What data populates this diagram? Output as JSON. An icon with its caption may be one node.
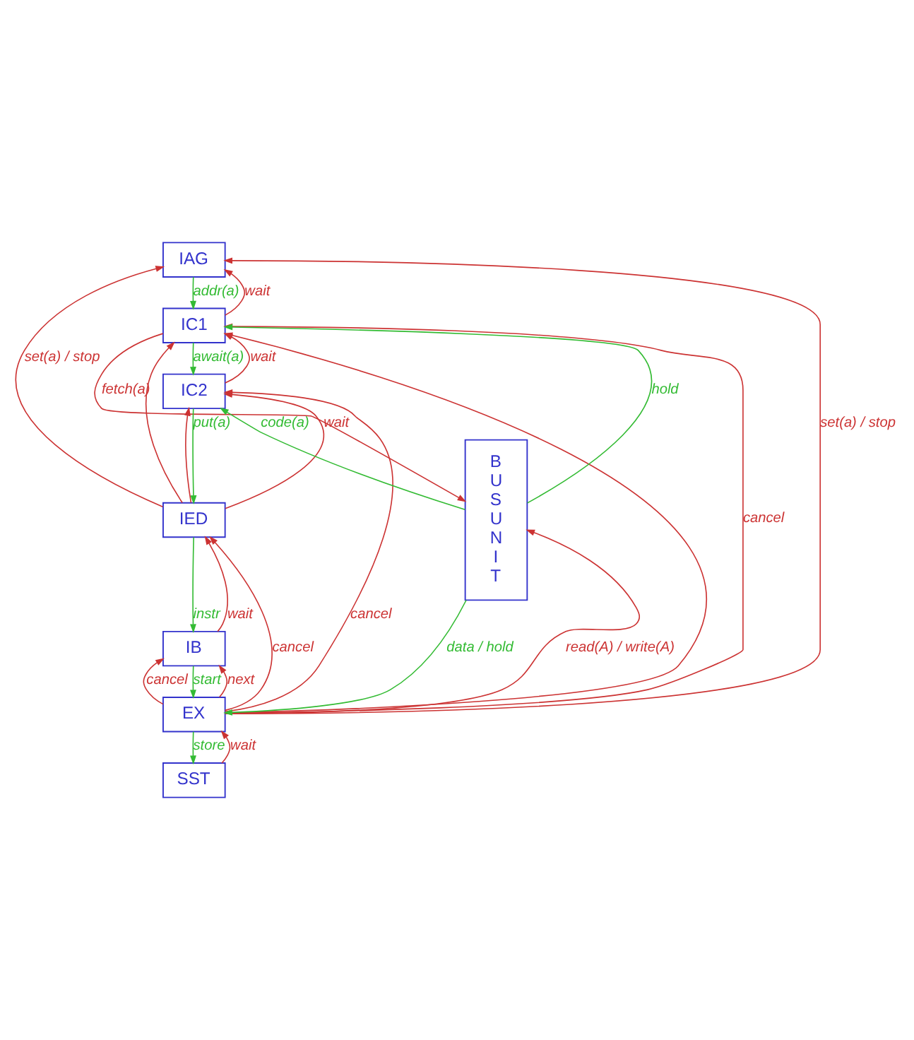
{
  "diagram": {
    "nodes": [
      {
        "text": [
          "IAG"
        ]
      },
      {
        "text": [
          "IC1"
        ]
      },
      {
        "text": [
          "IC2"
        ]
      },
      {
        "text": [
          "IED"
        ]
      },
      {
        "text": [
          "IB"
        ]
      },
      {
        "text": [
          "EX"
        ]
      },
      {
        "text": [
          "SST"
        ]
      },
      {
        "text": [
          "B U S U N I T"
        ]
      }
    ],
    "edges": [
      {
        "from": 0,
        "to": 1,
        "arrow": "to",
        "label": "addr(a)",
        "color": "#33bb33"
      },
      {
        "from": 1,
        "to": 0,
        "arrow": "to",
        "label": "wait"
      },
      {
        "from": 1,
        "to": 2,
        "arrow": "to",
        "label": "await(a)",
        "color": "#33bb33"
      },
      {
        "from": 2,
        "to": 1,
        "arrow": "to",
        "label": "wait"
      },
      {
        "from": 2,
        "to": 3,
        "arrow": "to",
        "label": "put(a)",
        "color": "#33bb33"
      },
      {
        "from": 3,
        "to": 2,
        "arrow": "to",
        "label": "wait"
      },
      {
        "from": 3,
        "to": 4,
        "arrow": "to",
        "label": "instr",
        "color": "#33bb33"
      },
      {
        "from": 4,
        "to": 3,
        "arrow": "to",
        "label": "wait"
      },
      {
        "from": 4,
        "to": 5,
        "arrow": "to",
        "label": "start",
        "color": "#33bb33"
      },
      {
        "from": 5,
        "to": 4,
        "arrow": "to",
        "label": "next"
      },
      {
        "from": 5,
        "to": 6,
        "arrow": "to",
        "label": "store",
        "color": "#33bb33"
      },
      {
        "from": 6,
        "to": 5,
        "arrow": "to",
        "label": "wait"
      },
      {
        "from": 1,
        "to": 7,
        "arrow": "to",
        "label": "fetch(a)"
      },
      {
        "from": 7,
        "to": 1,
        "arrow": "to",
        "label": "hold",
        "color": "#33bb33"
      },
      {
        "from": 7,
        "to": 2,
        "arrow": "to",
        "label": "code(a)",
        "color": "#33bb33"
      },
      {
        "from": 5,
        "to": 7,
        "arrow": "to",
        "label": "read(A) / write(A)"
      },
      {
        "from": 7,
        "to": 5,
        "arrow": "to",
        "label": "data / hold",
        "color": "#33bb33"
      },
      {
        "from": 5,
        "to": 1,
        "arrow": "to"
      },
      {
        "from": 3,
        "to": 0,
        "arrow": "to",
        "label": "set(a) / stop"
      },
      {
        "from": 5,
        "to": 0,
        "arrow": "to",
        "label": "set(a) / stop"
      },
      {
        "from": 5,
        "to": 1,
        "arrow": "to",
        "label": "cancel"
      },
      {
        "from": 5,
        "to": 2,
        "arrow": "to",
        "label": "cancel"
      },
      {
        "from": 5,
        "to": 3,
        "arrow": "to",
        "label": "cancel"
      },
      {
        "from": 5,
        "to": 4,
        "arrow": "to",
        "label": "cancel"
      },
      {
        "from": 3,
        "to": 1,
        "arrow": "to"
      },
      {
        "from": 3,
        "to": 2,
        "arrow": "to"
      }
    ]
  }
}
